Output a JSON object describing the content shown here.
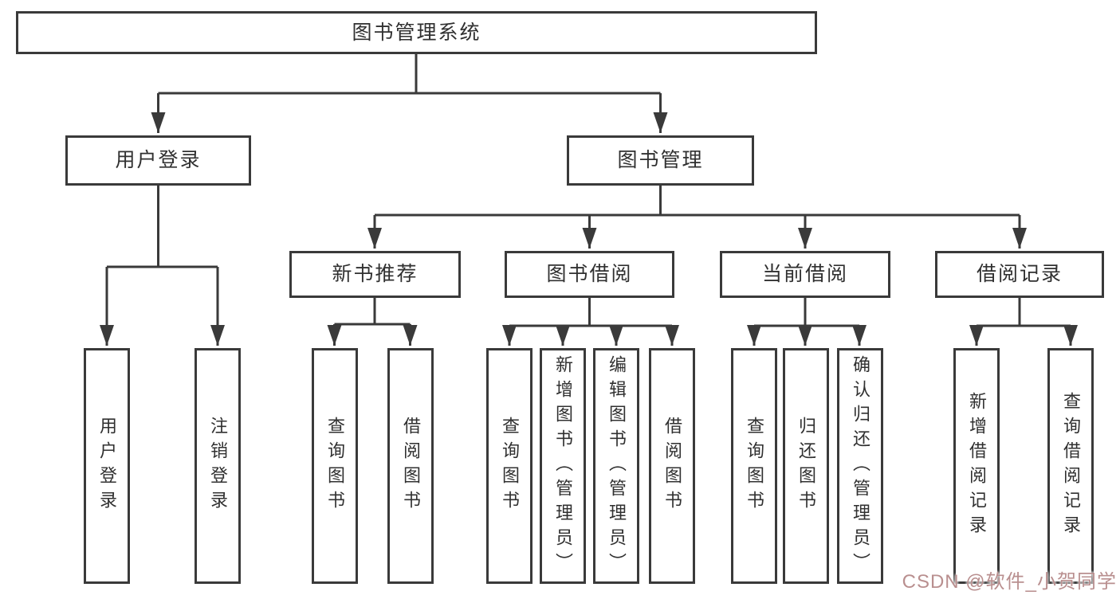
{
  "diagram": {
    "title": "图书管理系统",
    "level1": [
      {
        "label": "用户登录"
      },
      {
        "label": "图书管理"
      }
    ],
    "level2": [
      {
        "label": "新书推荐"
      },
      {
        "label": "图书借阅"
      },
      {
        "label": "当前借阅"
      },
      {
        "label": "借阅记录"
      }
    ],
    "leaves": [
      {
        "label": "用户登录"
      },
      {
        "label": "注销登录"
      },
      {
        "label": "查询图书"
      },
      {
        "label": "借阅图书"
      },
      {
        "label": "查询图书"
      },
      {
        "label": "新增图书（管理员）"
      },
      {
        "label": "编辑图书（管理员）"
      },
      {
        "label": "借阅图书"
      },
      {
        "label": "查询图书"
      },
      {
        "label": "归还图书"
      },
      {
        "label": "确认归还（管理员）"
      },
      {
        "label": "新增借阅记录"
      },
      {
        "label": "查询借阅记录"
      }
    ],
    "watermark": "CSDN @软件_小贺同学",
    "colors": {
      "line": "#3a3a3a",
      "text": "#303030",
      "watermark": "#bb8f8f",
      "background": "#ffffff"
    }
  }
}
